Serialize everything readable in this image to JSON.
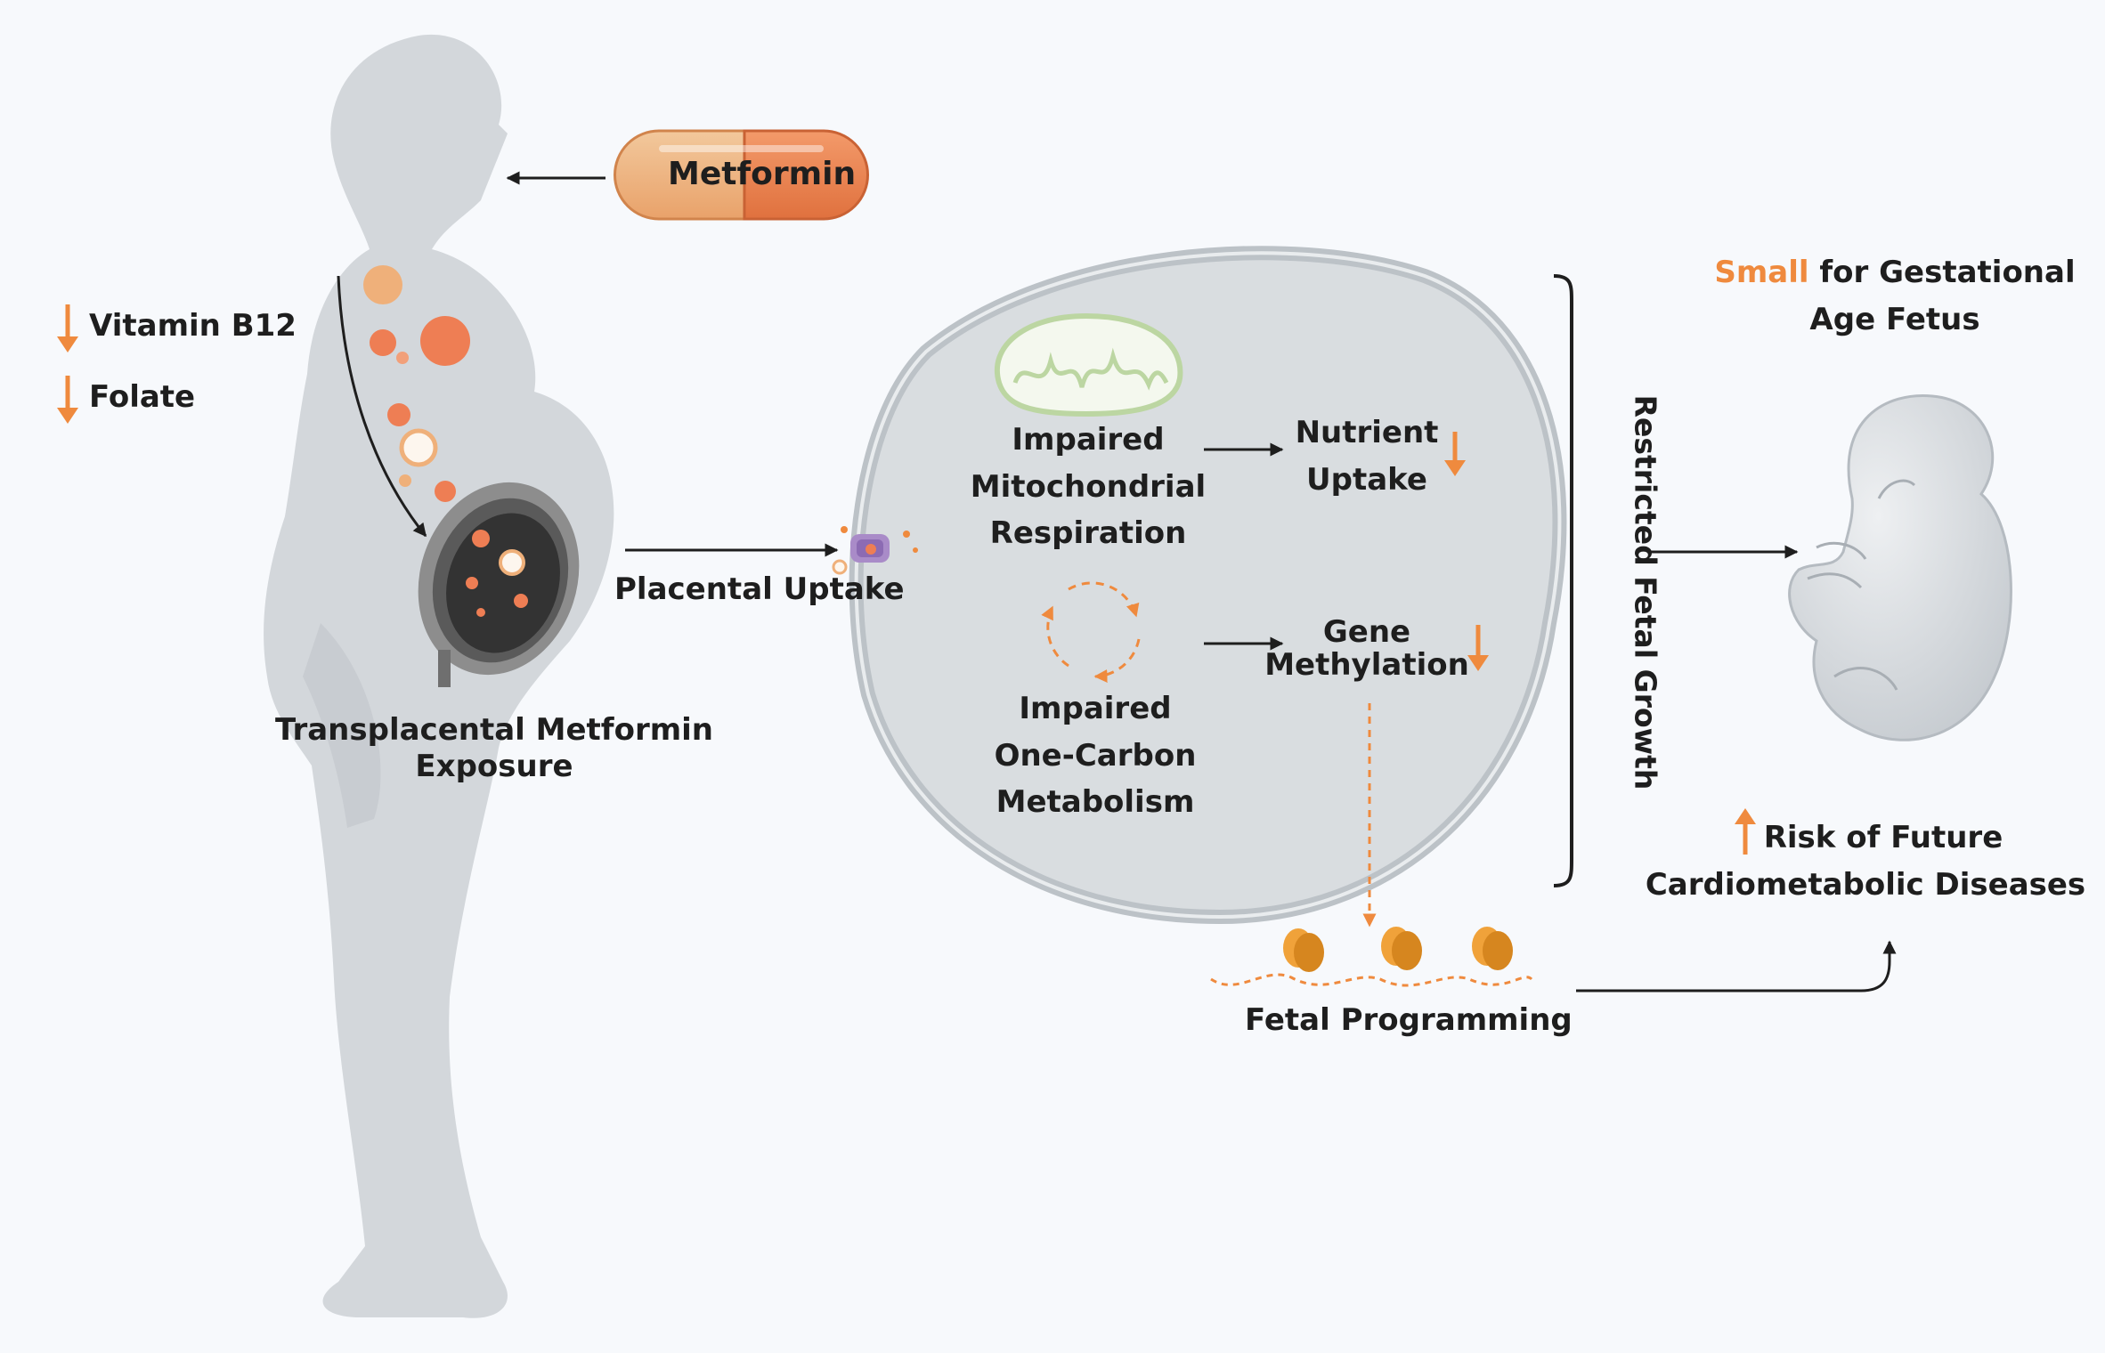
{
  "drug": {
    "name": "Metformin"
  },
  "maternal": {
    "depleted_nutrients": [
      "Vitamin B12",
      "Folate"
    ],
    "exposure_label": [
      "Transplacental Metformin",
      "Exposure"
    ]
  },
  "placenta": {
    "uptake_label": "Placental Uptake"
  },
  "cell": {
    "mitochondria_label": [
      "Impaired",
      "Mitochondrial",
      "Respiration"
    ],
    "one_carbon_label": [
      "Impaired",
      "One-Carbon",
      "Metabolism"
    ],
    "nutrient_label": [
      "Nutrient",
      "Uptake"
    ],
    "methylation_label": [
      "Gene",
      "Methylation"
    ]
  },
  "outcomes": {
    "restricted_growth": "Restricted Fetal Growth",
    "sga_highlight": "Small",
    "sga_rest": "for Gestational",
    "sga_line2": "Age Fetus",
    "risk_label": [
      "Risk of Future",
      "Cardiometabolic Diseases"
    ],
    "programming_label": "Fetal Programming"
  },
  "colors": {
    "accent": "#ef8a3e",
    "silhouette": "#d3d7db",
    "cell_fill": "#d9dde0",
    "cell_border": "#b8bec3",
    "text": "#1e1e1e"
  }
}
